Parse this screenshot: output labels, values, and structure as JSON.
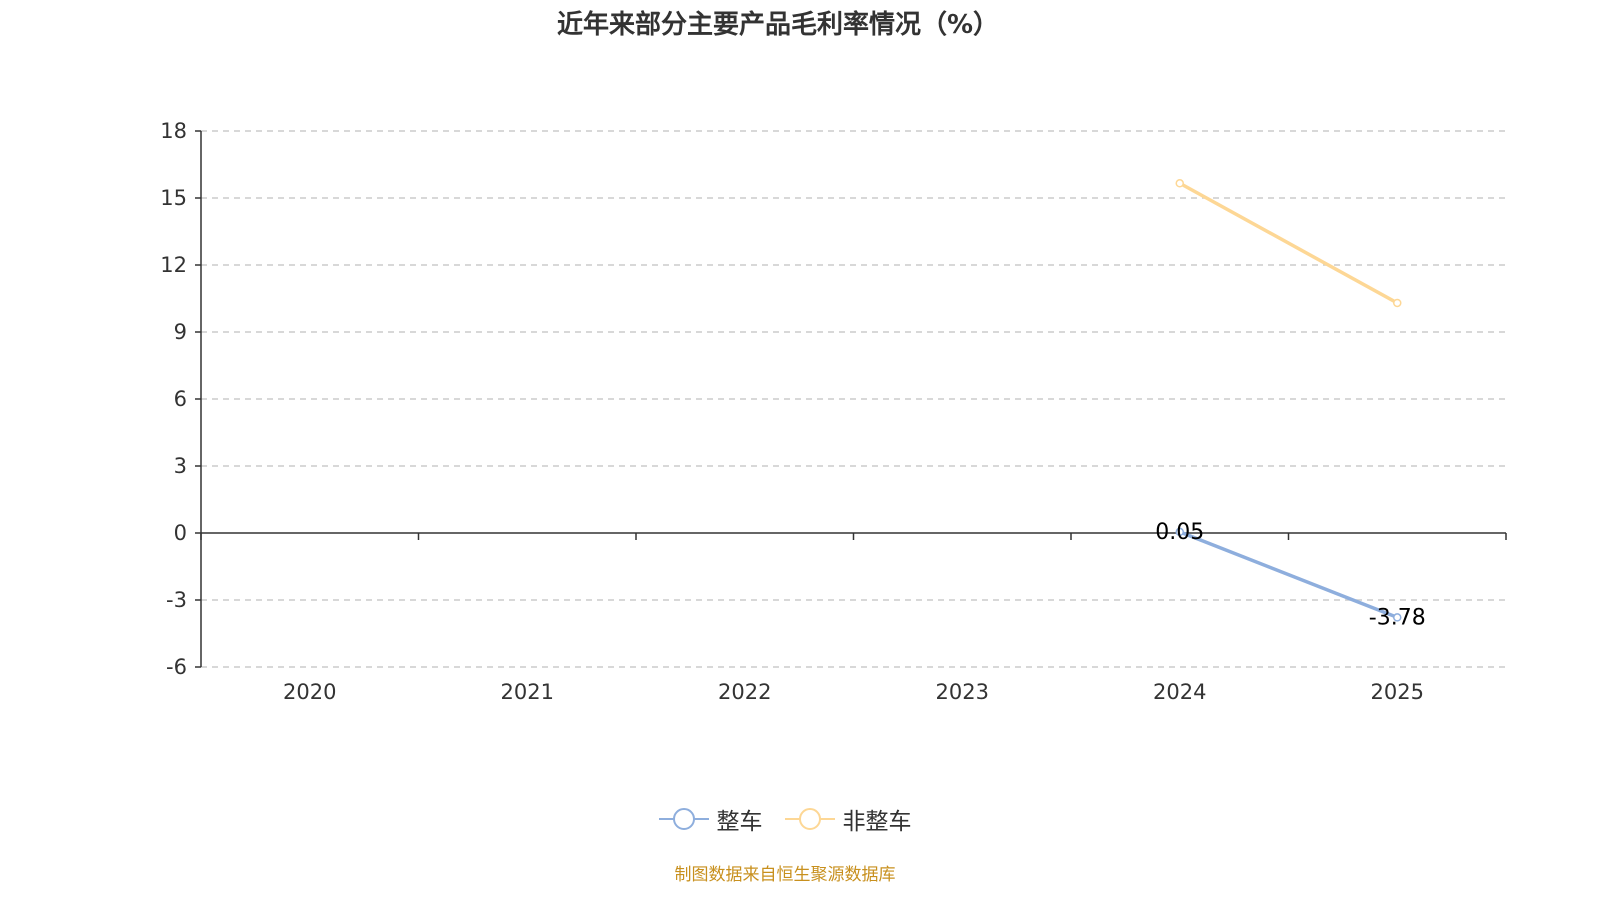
{
  "chart_data": {
    "type": "line",
    "title": "近年来部分主要产品毛利率情况（%）",
    "categories": [
      "2020",
      "2021",
      "2022",
      "2023",
      "2024",
      "2025"
    ],
    "ylim": [
      -6,
      18
    ],
    "yticks": [
      18,
      15,
      12,
      9,
      6,
      3,
      0,
      -3,
      -6
    ],
    "grid": true,
    "legend_position": "bottom",
    "series": [
      {
        "name": "整车",
        "color": "#8eaedd",
        "values": [
          null,
          null,
          null,
          null,
          0.05,
          -3.78
        ],
        "labels": [
          null,
          null,
          null,
          null,
          "0.05",
          "-3.78"
        ]
      },
      {
        "name": "非整车",
        "color": "#fdd795",
        "values": [
          null,
          null,
          null,
          null,
          15.66,
          10.3
        ],
        "labels": [
          null,
          null,
          null,
          null,
          null,
          null
        ]
      }
    ]
  },
  "source": "制图数据来自恒生聚源数据库"
}
